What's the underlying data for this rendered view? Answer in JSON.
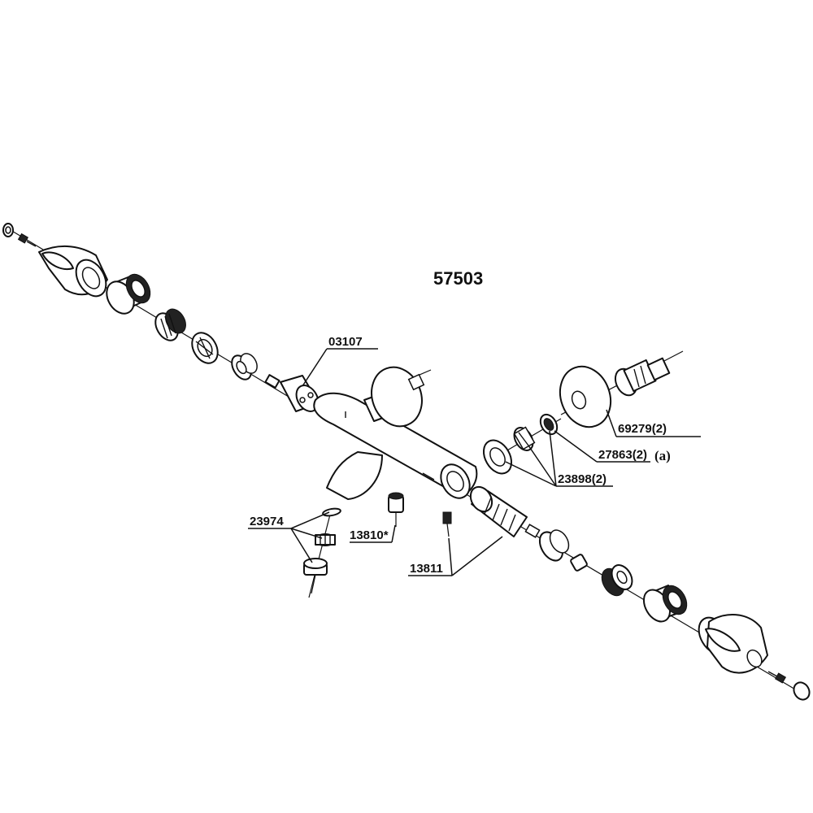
{
  "diagram": {
    "title": "57503",
    "callouts": {
      "cartridge_left": "03107",
      "flange": "69279(2)",
      "filter": "27863(2)",
      "filter_note": "(a)",
      "connector_set": "23898(2)",
      "aerator": "23974",
      "check_valve": "13810*",
      "thermo_cartridge": "13811"
    }
  }
}
